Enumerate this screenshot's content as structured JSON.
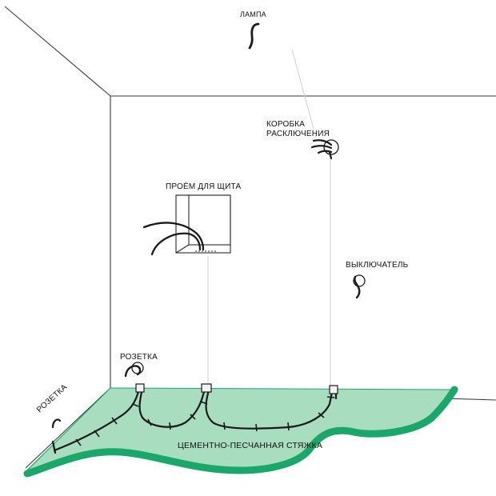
{
  "labels": {
    "lamp": "ЛАМПА",
    "junction_box_line1": "КОРОБКА",
    "junction_box_line2": "РАСКЛЮЧЕНИЯ",
    "panel_opening": "ПРОЁМ ДЛЯ ЩИТА",
    "switch": "ВЫКЛЮЧАТЕЛЬ",
    "socket_wall": "РОЗЕТКА",
    "socket_left": "РОЗЕТКА",
    "screed": "ЦЕМЕНТНО-ПЕСЧАННАЯ СТЯЖКА"
  },
  "colors": {
    "screed_fill": "#a8ddbf",
    "screed_edge": "#1aa86a",
    "wall_lines": "#3a3a3a",
    "cable": "#1a1a1a"
  },
  "icons": [
    "wire-end-icon",
    "switch-icon",
    "socket-icon",
    "junction-box-icon"
  ]
}
